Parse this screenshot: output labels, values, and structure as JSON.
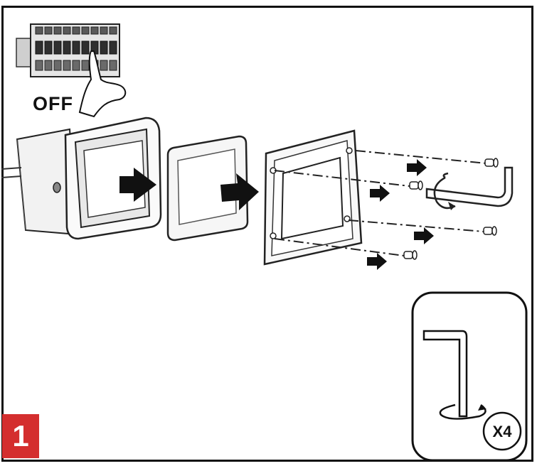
{
  "power_instruction": {
    "label": "OFF"
  },
  "step": {
    "number": "1",
    "color": "#d42e2e"
  },
  "tool_callout": {
    "quantity_label": "X4",
    "tool_icon": "hex-key-icon"
  },
  "parts": [
    "light-housing",
    "glass-panel",
    "mounting-frame",
    "screws",
    "hex-key"
  ],
  "colors": {
    "line": "#111111",
    "badge": "#d42e2e"
  }
}
